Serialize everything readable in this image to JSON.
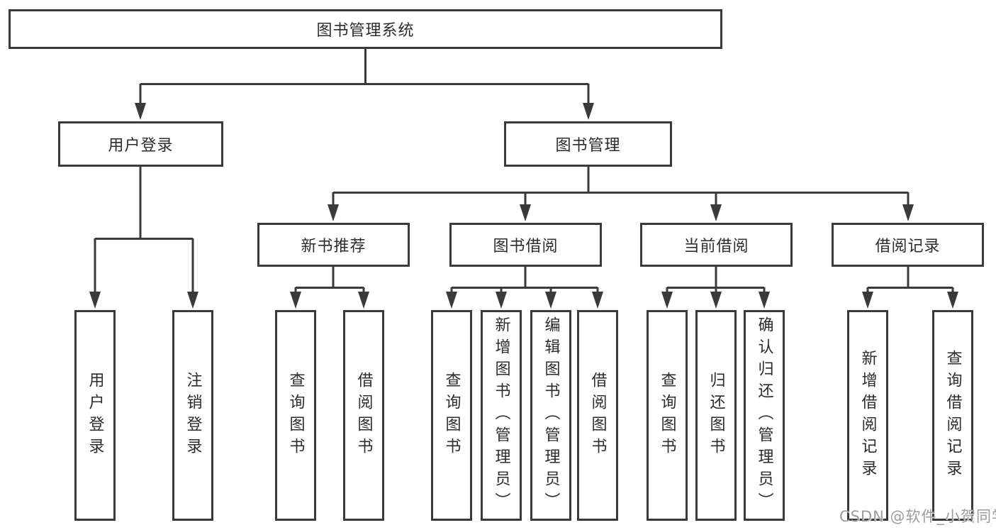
{
  "colors": {
    "line": "#3a3a3a",
    "box_border": "#3a3a3a",
    "box_background": "#ffffff",
    "text": "#2c2c2c",
    "watermark": "#9c9c9c",
    "page_background": "#ffffff"
  },
  "tree": {
    "root": "图书管理系统",
    "branches": [
      {
        "label": "用户登录",
        "leaves": [
          "用户登录",
          "注销登录"
        ]
      },
      {
        "label": "图书管理",
        "groups": [
          {
            "label": "新书推荐",
            "leaves": [
              "查询图书",
              "借阅图书"
            ]
          },
          {
            "label": "图书借阅",
            "leaves": [
              "查询图书",
              "新增图书（管理员）",
              "编辑图书（管理员）",
              "借阅图书"
            ]
          },
          {
            "label": "当前借阅",
            "leaves": [
              "查询图书",
              "归还图书",
              "确认归还（管理员）"
            ]
          },
          {
            "label": "借阅记录",
            "leaves": [
              "新增借阅记录",
              "查询借阅记录"
            ]
          }
        ]
      }
    ]
  },
  "watermark": "CSDN @软件_小贺同学"
}
